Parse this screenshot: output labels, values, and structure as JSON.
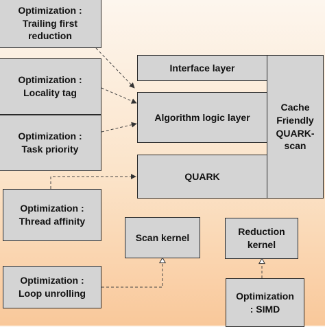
{
  "nodes": {
    "opt_trailing": "Optimization :\nTrailing first\nreduction",
    "opt_locality": "Optimization :\nLocality tag",
    "opt_task_priority": "Optimization :\nTask priority",
    "opt_thread_affinity": "Optimization :\nThread affinity",
    "opt_loop_unrolling": "Optimization :\nLoop unrolling",
    "opt_simd": "Optimization\n: SIMD",
    "interface_layer": "Interface layer",
    "algorithm_logic_layer": "Algorithm logic layer",
    "quark": "QUARK",
    "cache_friendly": "Cache\nFriendly\nQUARK-\nscan",
    "scan_kernel": "Scan kernel",
    "reduction_kernel": "Reduction\nkernel"
  },
  "colors": {
    "box_fill": "#d4d4d4",
    "box_border": "#2a2a2a",
    "background_top": "#fdf6ee",
    "background_bottom": "#f9c89a"
  }
}
